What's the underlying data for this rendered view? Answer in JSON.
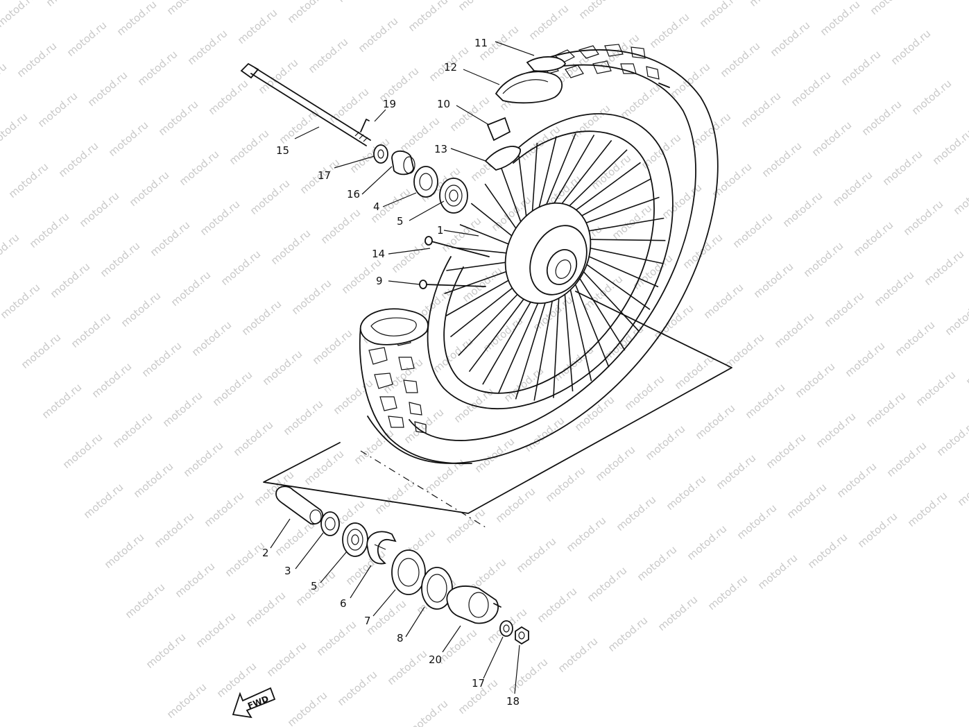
{
  "watermark": "motod.ru",
  "fwd_label": "FWD",
  "callouts": {
    "c1": "1",
    "c2": "2",
    "c3": "3",
    "c4": "4",
    "c5a": "5",
    "c5b": "5",
    "c6": "6",
    "c7": "7",
    "c8": "8",
    "c9": "9",
    "c10": "10",
    "c11": "11",
    "c12": "12",
    "c13": "13",
    "c14": "14",
    "c15": "15",
    "c16": "16",
    "c17a": "17",
    "c17b": "17",
    "c18": "18",
    "c19": "19",
    "c20": "20"
  }
}
